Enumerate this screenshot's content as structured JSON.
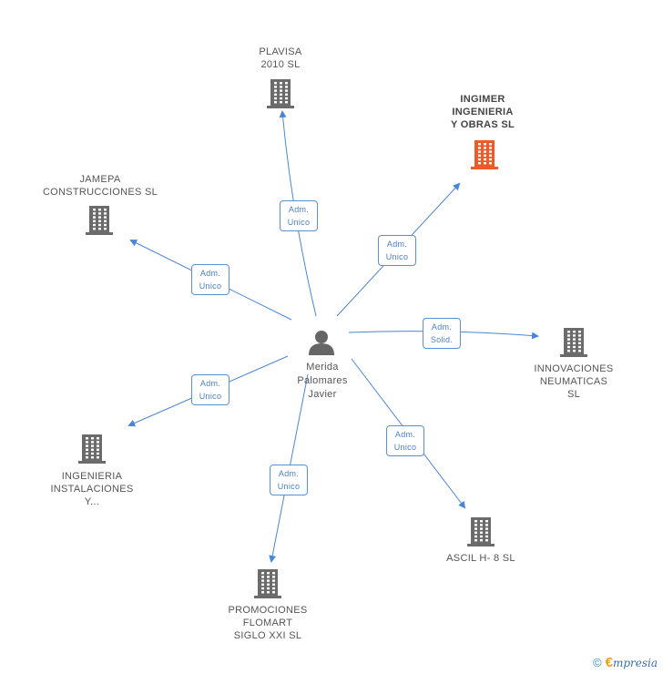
{
  "colors": {
    "edge": "#4a86d8",
    "building": "#6b6b6b",
    "highlight_building": "#f05a28",
    "person": "#666666"
  },
  "center": {
    "name_lines": [
      "Merida",
      "Palomares",
      "Javier"
    ],
    "icon": "person-icon"
  },
  "companies": [
    {
      "id": "plavisa",
      "label": "PLAVISA\n2010 SL",
      "highlight": false
    },
    {
      "id": "ingimer",
      "label": "INGIMER\nINGENIERIA\nY OBRAS SL",
      "highlight": true
    },
    {
      "id": "jamepa",
      "label": "JAMEPA\nCONSTRUCCIONES SL",
      "highlight": false
    },
    {
      "id": "innovaciones",
      "label": "INNOVACIONES\nNEUMATICAS\nSL",
      "highlight": false
    },
    {
      "id": "ingenieria",
      "label": "INGENIERIA\nINSTALACIONES\nY...",
      "highlight": false
    },
    {
      "id": "ascil",
      "label": "ASCIL H- 8  SL",
      "highlight": false
    },
    {
      "id": "promociones",
      "label": "PROMOCIONES\nFLOMART\nSIGLO XXI SL",
      "highlight": false
    }
  ],
  "edges": [
    {
      "to": "plavisa",
      "role_lines": [
        "Adm.",
        "Unico"
      ]
    },
    {
      "to": "ingimer",
      "role_lines": [
        "Adm.",
        "Unico"
      ]
    },
    {
      "to": "jamepa",
      "role_lines": [
        "Adm.",
        "Unico"
      ]
    },
    {
      "to": "innovaciones",
      "role_lines": [
        "Adm.",
        "Solid."
      ]
    },
    {
      "to": "ingenieria",
      "role_lines": [
        "Adm.",
        "Unico"
      ]
    },
    {
      "to": "ascil",
      "role_lines": [
        "Adm.",
        "Unico"
      ]
    },
    {
      "to": "promociones",
      "role_lines": [
        "Adm.",
        "Unico"
      ]
    }
  ],
  "footer": {
    "copyright": "©",
    "brand_initial": "€",
    "brand_rest": "mpresia"
  }
}
